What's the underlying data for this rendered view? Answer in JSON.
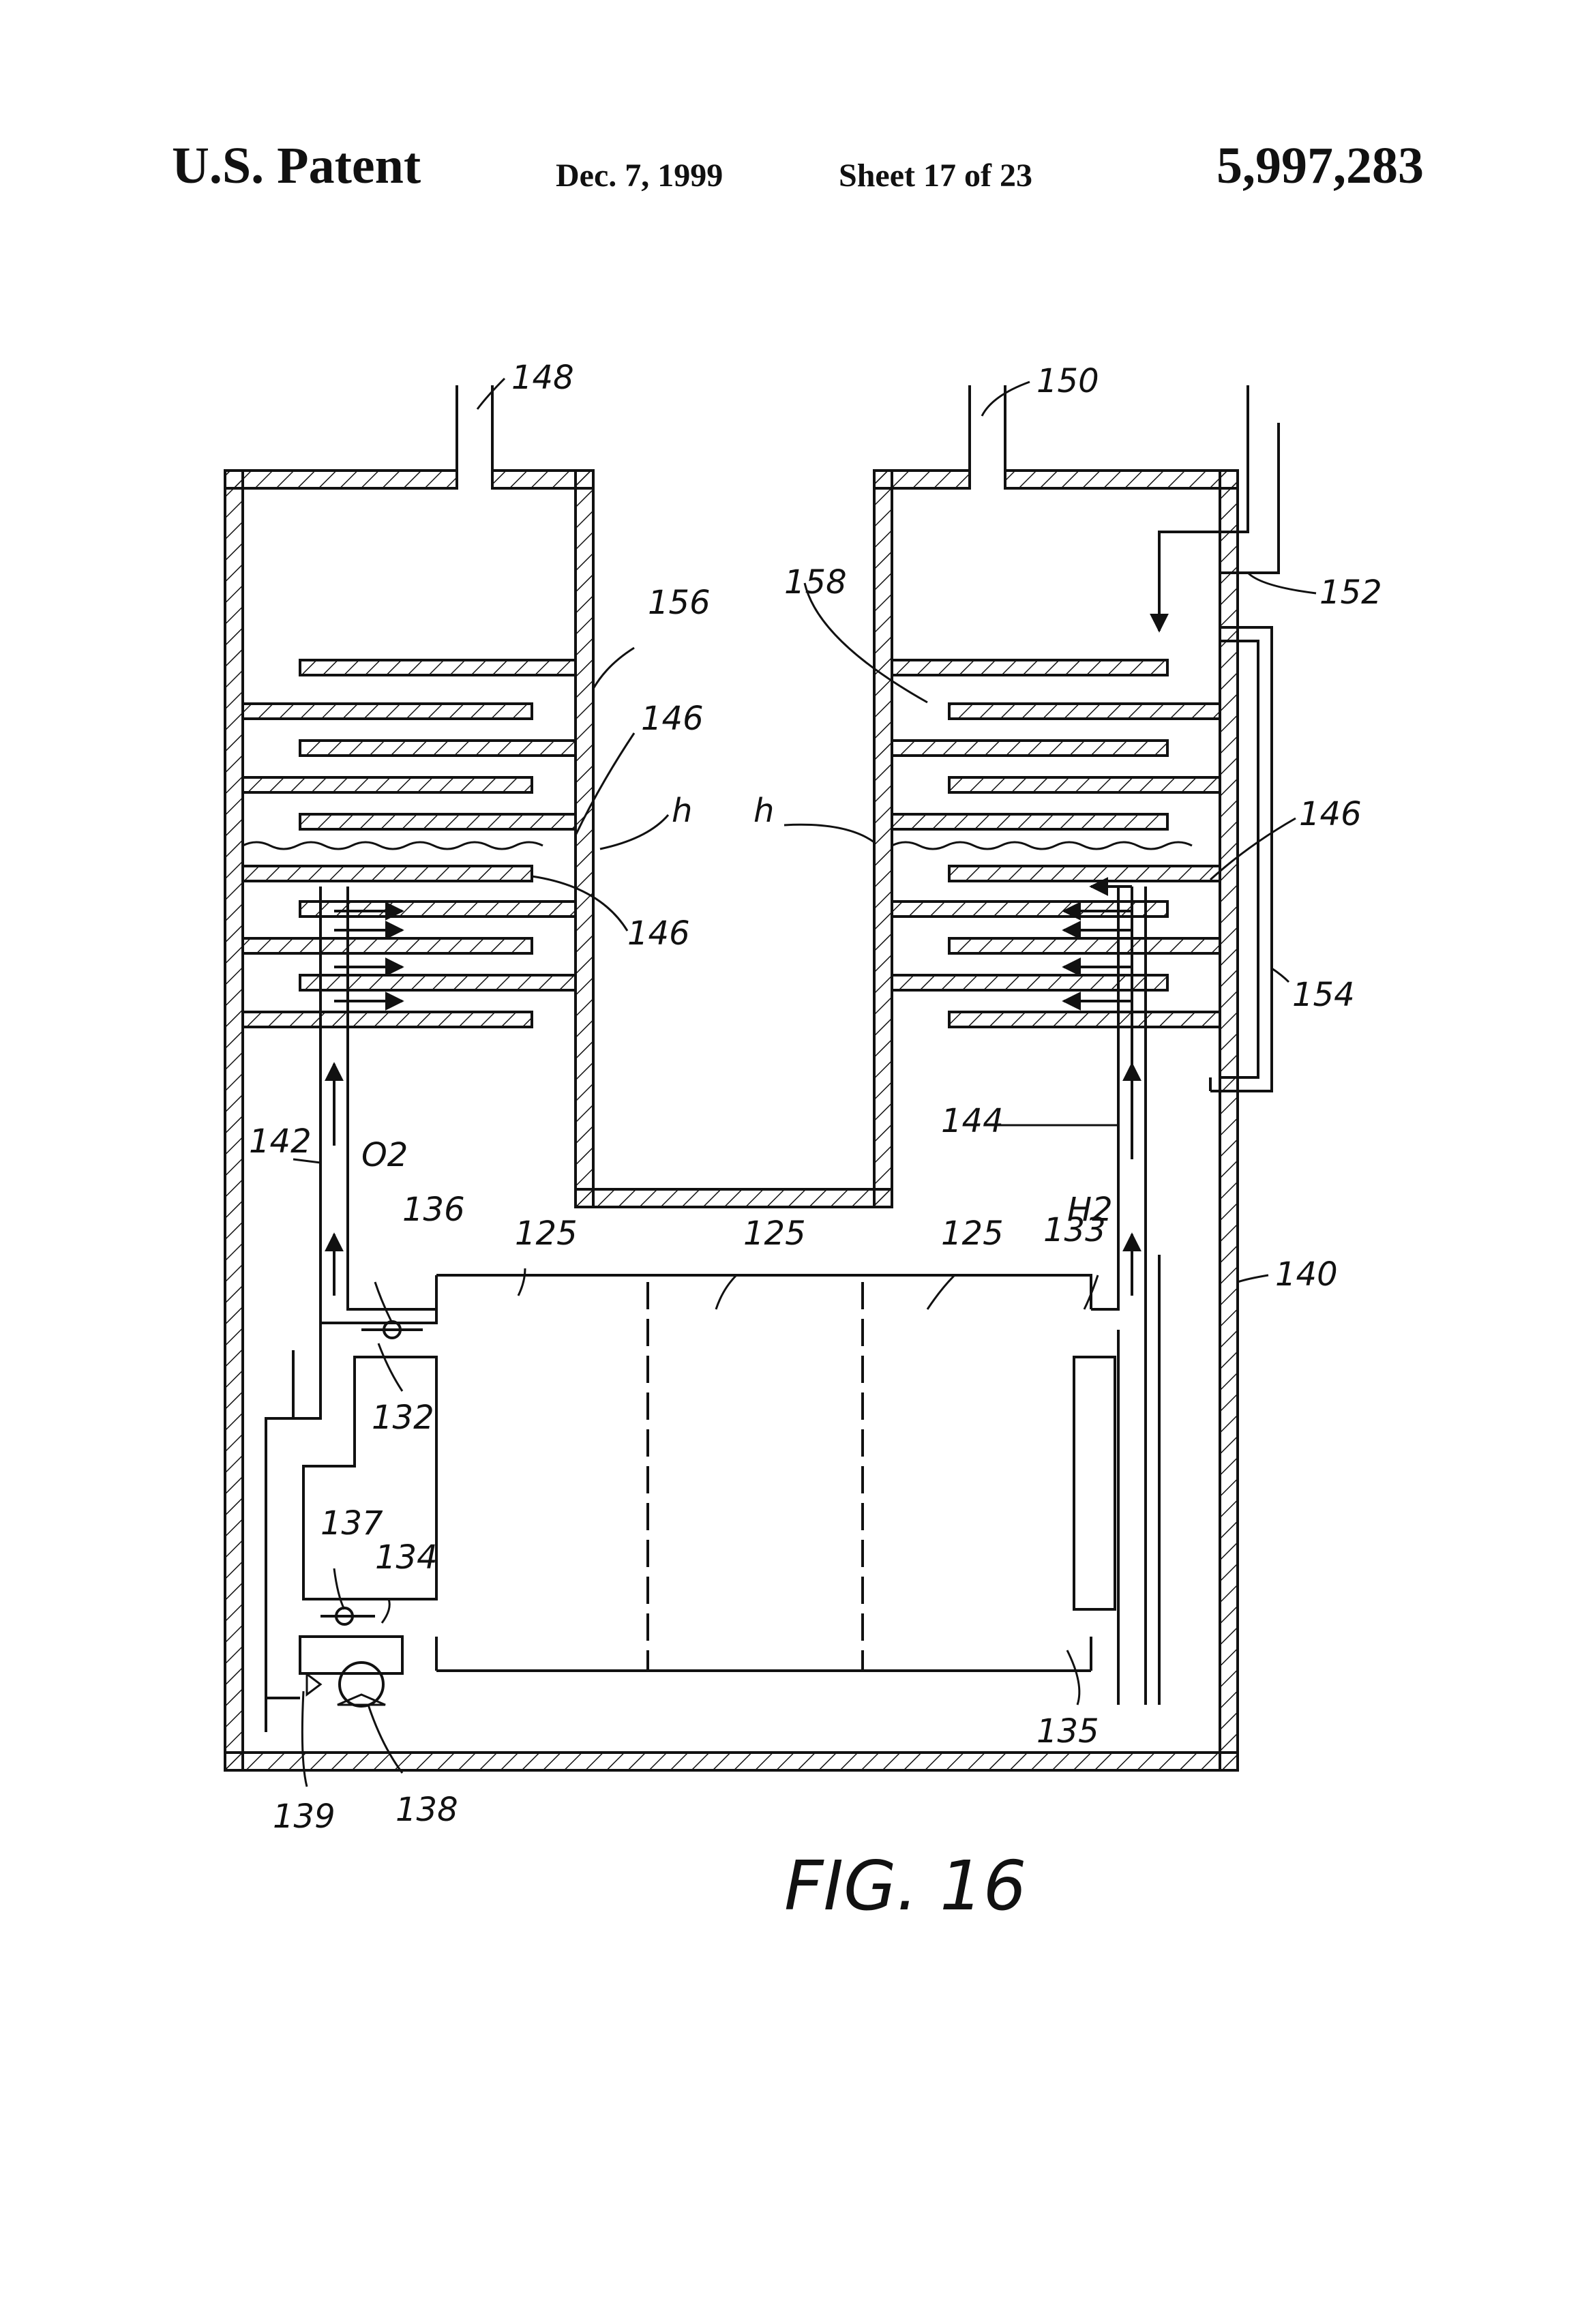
{
  "header": {
    "left": "U.S. Patent",
    "date": "Dec. 7, 1999",
    "sheet": "Sheet 17 of 23",
    "patent_number": "5,997,283"
  },
  "figure": {
    "caption": "FIG. 16",
    "labels": {
      "l148": "148",
      "l150": "150",
      "l152": "152",
      "l156": "156",
      "l158": "158",
      "l146a": "146",
      "l146b": "146",
      "l146c": "146",
      "lh1": "h",
      "lh2": "h",
      "l154": "154",
      "l142": "142",
      "lO2": "O2",
      "l144": "144",
      "lH2": "H2",
      "l136": "136",
      "l133": "133",
      "l125a": "125",
      "l125b": "125",
      "l125c": "125",
      "l140": "140",
      "l132": "132",
      "l137": "137",
      "l134": "134",
      "l135": "135",
      "l139": "139",
      "l138": "138"
    }
  }
}
